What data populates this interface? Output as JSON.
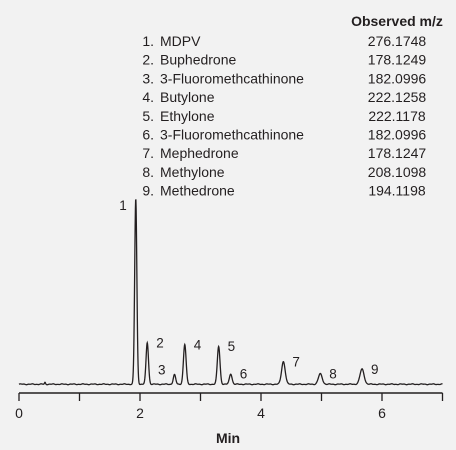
{
  "chart_data": {
    "type": "line",
    "xlabel": "Min",
    "xlim": [
      0,
      7
    ],
    "ylim": [
      0,
      1
    ],
    "x_ticks": [
      "0",
      "2",
      "4",
      "6"
    ],
    "x_tick_values": [
      0,
      2,
      4,
      6
    ],
    "table_header_mz": "Observed m/z",
    "compounds": [
      {
        "label": "1.",
        "name": "MDPV",
        "mz": "276.1748"
      },
      {
        "label": "2.",
        "name": "Buphedrone",
        "mz": "178.1249"
      },
      {
        "label": "3.",
        "name": "3-Fluoromethcathinone",
        "mz": "182.0996"
      },
      {
        "label": "4.",
        "name": "Butylone",
        "mz": "222.1258"
      },
      {
        "label": "5.",
        "name": "Ethylone",
        "mz": "222.1178"
      },
      {
        "label": "6.",
        "name": "3-Fluoromethcathinone",
        "mz": "182.0996"
      },
      {
        "label": "7.",
        "name": "Mephedrone",
        "mz": "178.1247"
      },
      {
        "label": "8.",
        "name": "Methylone",
        "mz": "208.1098"
      },
      {
        "label": "9.",
        "name": "Methedrone",
        "mz": "194.1198"
      }
    ],
    "peaks": [
      {
        "label": "1",
        "rt": 1.93,
        "height": 0.98,
        "width": 0.018
      },
      {
        "label": "2",
        "rt": 2.12,
        "height": 0.22,
        "width": 0.02
      },
      {
        "label": "3",
        "rt": 2.57,
        "height": 0.05,
        "width": 0.02
      },
      {
        "label": "4",
        "rt": 2.74,
        "height": 0.21,
        "width": 0.022
      },
      {
        "label": "5",
        "rt": 3.3,
        "height": 0.2,
        "width": 0.022
      },
      {
        "label": "6",
        "rt": 3.5,
        "height": 0.055,
        "width": 0.022
      },
      {
        "label": "7",
        "rt": 4.37,
        "height": 0.12,
        "width": 0.03
      },
      {
        "label": "8",
        "rt": 4.98,
        "height": 0.055,
        "width": 0.032
      },
      {
        "label": "9",
        "rt": 5.67,
        "height": 0.08,
        "width": 0.034
      }
    ],
    "colors": {
      "trace": "#231f20",
      "background": "#f2f2f2"
    }
  }
}
